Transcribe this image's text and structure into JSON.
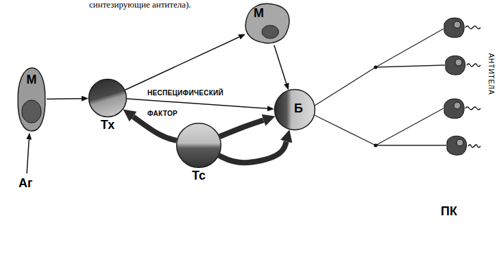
{
  "diagram": {
    "nodes": [
      {
        "text": [
          "М"
        ]
      },
      {
        "text": [
          "Аг"
        ]
      },
      {
        "text": [
          "Тх"
        ]
      },
      {
        "text": [
          "М"
        ]
      },
      {
        "text": [
          "Б"
        ]
      },
      {
        "text": [
          "Тс"
        ]
      }
    ],
    "edges": [
      {
        "from": 1,
        "to": 0,
        "arrow": "to"
      },
      {
        "from": 0,
        "to": 2,
        "arrow": "to"
      },
      {
        "from": 2,
        "to": 3,
        "arrow": "to"
      },
      {
        "from": 3,
        "to": 4,
        "arrow": "to"
      },
      {
        "from": 2,
        "to": 4,
        "label": "НЕСПЕЦИФИЧЕСКИЙ ФАКТОР",
        "arrow": "to"
      },
      {
        "from": 5,
        "to": 2,
        "arrow": "to"
      },
      {
        "from": 5,
        "to": 4,
        "arrow": "to"
      },
      {
        "from": 5,
        "to": 4,
        "arrow": "to"
      }
    ],
    "labels": [
      "синтезирующие антитела).",
      "ПК",
      "АНТИТЕЛА"
    ]
  }
}
